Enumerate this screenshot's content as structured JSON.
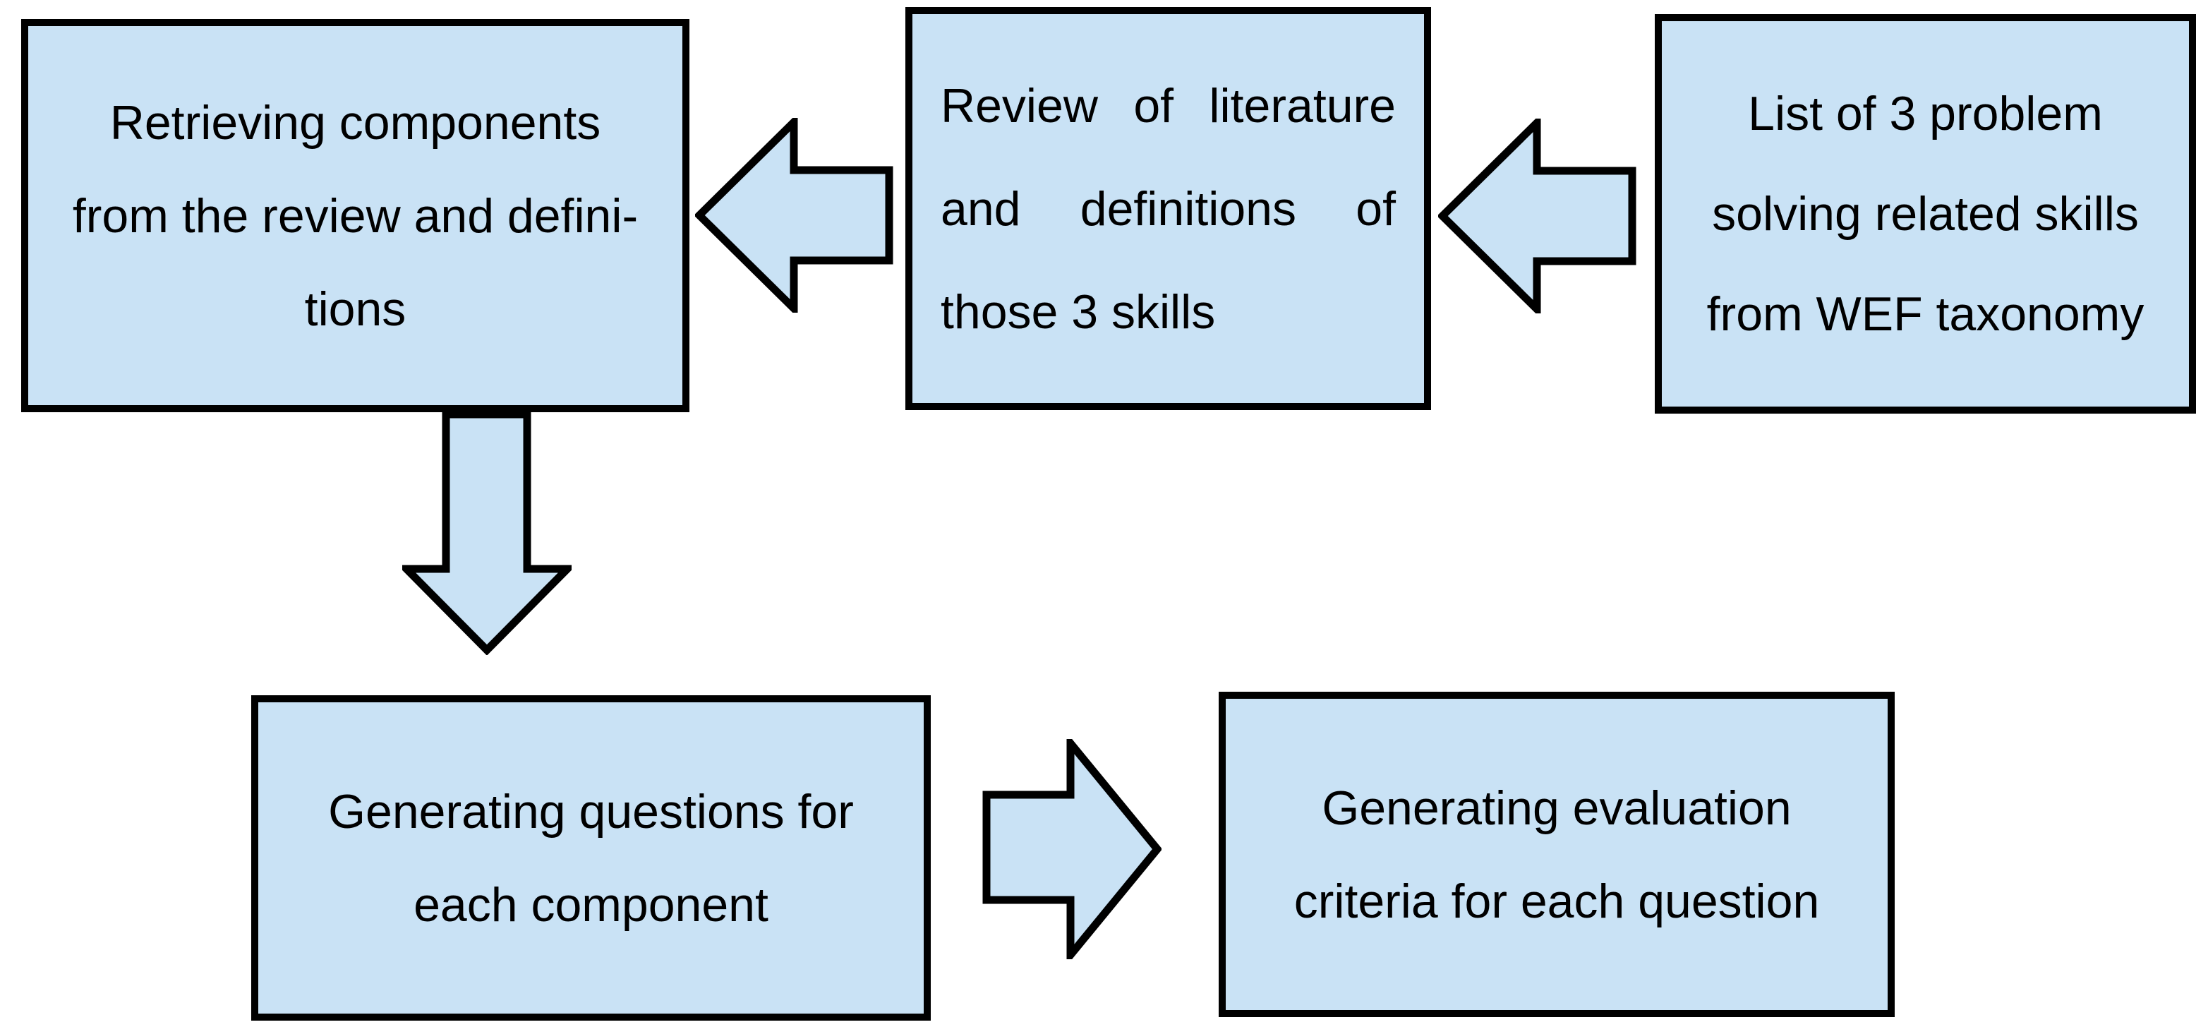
{
  "diagram": {
    "type": "flowchart",
    "colors": {
      "background": "#ffffff",
      "box_fill": "#c9e2f5",
      "box_border": "#000000",
      "text": "#000000",
      "arrow_fill": "#c9e2f5",
      "arrow_border": "#000000"
    },
    "boxes": [
      {
        "id": "wef-list",
        "lines": [
          "List of 3 problem",
          "solving related skills",
          "from WEF taxonomy"
        ]
      },
      {
        "id": "literature-review",
        "lines": [
          "Review of literature",
          "and definitions of",
          "those 3 skills"
        ]
      },
      {
        "id": "retrieving-components",
        "lines": [
          "Retrieving components",
          "from the review and defini-",
          "tions"
        ]
      },
      {
        "id": "generating-questions",
        "lines": [
          "Generating questions for",
          "each component"
        ]
      },
      {
        "id": "generating-criteria",
        "lines": [
          "Generating evaluation",
          "criteria for each question"
        ]
      }
    ],
    "arrows": [
      {
        "from": "wef-list",
        "to": "literature-review",
        "direction": "left"
      },
      {
        "from": "literature-review",
        "to": "retrieving-components",
        "direction": "left"
      },
      {
        "from": "retrieving-components",
        "to": "generating-questions",
        "direction": "down"
      },
      {
        "from": "generating-questions",
        "to": "generating-criteria",
        "direction": "right"
      }
    ]
  }
}
